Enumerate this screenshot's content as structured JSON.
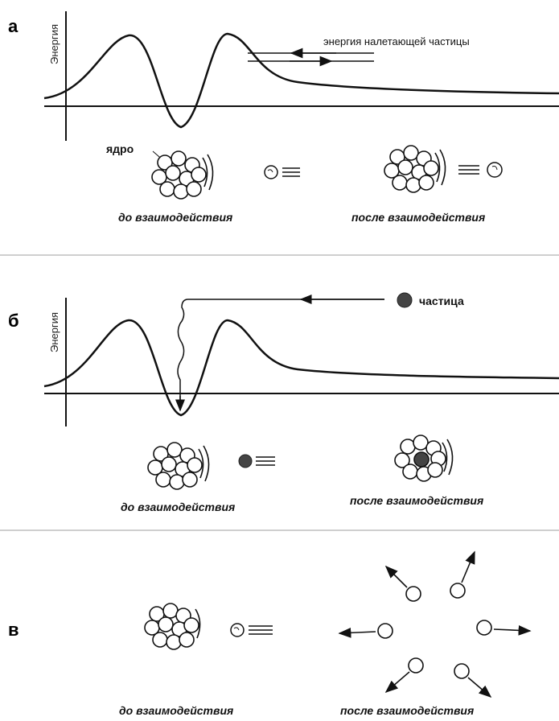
{
  "panel_a": {
    "letter": "а",
    "axis_label": "Энергия",
    "arrow_label": "энергия налетающей частицы",
    "nucleus_label": "ядро",
    "caption_before": "до взаимодействия",
    "caption_after": "после взаимодействия"
  },
  "panel_b": {
    "letter": "б",
    "axis_label": "Энергия",
    "particle_label": "частица",
    "caption_before": "до взаимодействия",
    "caption_after": "после взаимодействия"
  },
  "panel_c": {
    "letter": "в",
    "caption_before": "до взаимодействия",
    "caption_after": "после взаимодействия"
  },
  "colors": {
    "line": "#111111",
    "particle_fill": "#444444",
    "divider": "#cfcfcf"
  }
}
